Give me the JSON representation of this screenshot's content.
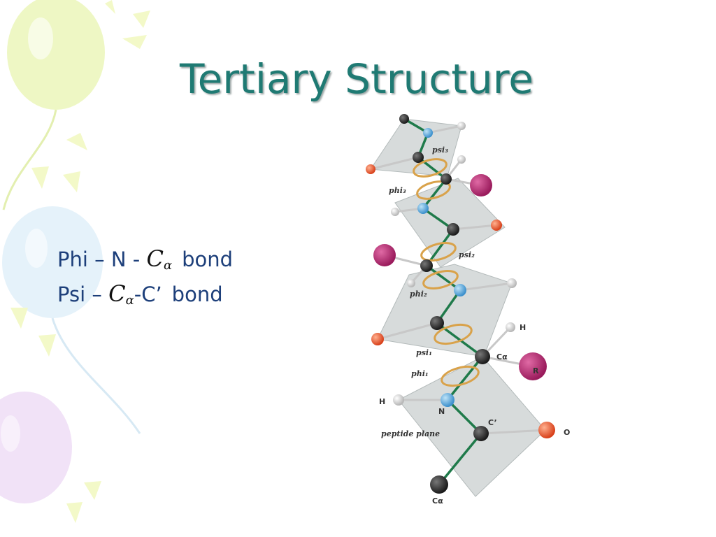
{
  "slide": {
    "title": "Tertiary Structure",
    "bullets": [
      {
        "prefix": "Phi – N - ",
        "ca_symbol": "C",
        "ca_sub": "α",
        "suffix": "bond"
      },
      {
        "prefix": "Psi – ",
        "ca_symbol": "C",
        "ca_sub": "α",
        "mid": "-C’",
        "suffix": "bond"
      }
    ]
  },
  "diagram": {
    "labels": {
      "psi3": "psi₃",
      "phi3": "phi₃",
      "psi2": "psi₂",
      "phi2": "phi₂",
      "psi1": "psi₁",
      "phi1": "phi₁",
      "peptide_plane": "peptide plane",
      "h_alpha": "H",
      "c_alpha": "Cα",
      "r": "R",
      "h_n": "H",
      "n": "N",
      "c_prime": "C’",
      "o": "O",
      "c_alpha_bottom": "Cα"
    },
    "colors": {
      "title": "#1f7a73",
      "body_text": "#1d3f7a",
      "carbon": "#2a2a2a",
      "nitrogen": "#4aa3df",
      "oxygen": "#e8542c",
      "hydrogen": "#f2f2f2",
      "r_group": "#b0246e",
      "backbone": "#1f7a4a",
      "plane": "#c9cfcf",
      "rotation_ring": "#d9a24a"
    }
  }
}
